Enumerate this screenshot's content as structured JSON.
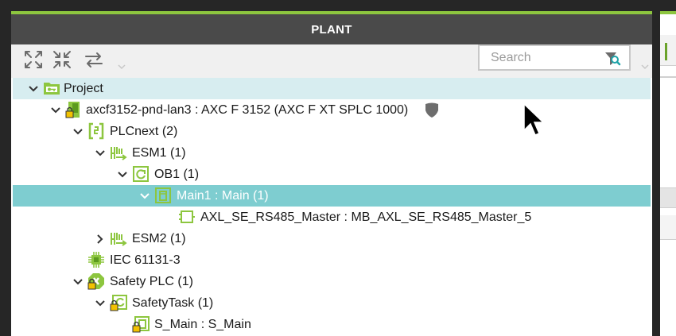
{
  "panel": {
    "title": "PLANT",
    "accent_color": "#8dc63f",
    "header_color": "#4a4a4a"
  },
  "toolbar": {
    "buttons": [
      {
        "name": "expand-all",
        "icon": "expand-arrows-icon"
      },
      {
        "name": "collapse-all",
        "icon": "collapse-arrows-icon"
      },
      {
        "name": "swap",
        "icon": "swap-arrows-icon"
      }
    ],
    "search_placeholder": "Search",
    "search_value": ""
  },
  "tree": {
    "highlight_light": "#d7edf0",
    "highlight_selected": "#7ecdd0",
    "rows": [
      {
        "label": "Project",
        "icon": "project-folder-icon",
        "state": "expanded",
        "highlight": "light"
      },
      {
        "label": "axcf3152-pnd-lan3 : AXC F 3152 (AXC F XT SPLC 1000)",
        "icon": "controller-lock-icon",
        "state": "expanded",
        "badge": "shield-icon"
      },
      {
        "label": "PLCnext (2)",
        "icon": "plcnext-icon",
        "state": "expanded"
      },
      {
        "label": "ESM1 (1)",
        "icon": "esm-icon",
        "state": "expanded"
      },
      {
        "label": "OB1 (1)",
        "icon": "cycle-task-icon",
        "state": "expanded"
      },
      {
        "label": "Main1 : Main (1)",
        "icon": "program-instance-icon",
        "state": "expanded",
        "highlight": "selected"
      },
      {
        "label": "AXL_SE_RS485_Master : MB_AXL_SE_RS485_Master_5",
        "icon": "function-block-icon",
        "state": "leaf"
      },
      {
        "label": "ESM2 (1)",
        "icon": "esm-icon",
        "state": "collapsed"
      },
      {
        "label": "IEC 61131-3",
        "icon": "chip-icon",
        "state": "leaf"
      },
      {
        "label": "Safety PLC (1)",
        "icon": "safety-plc-lock-icon",
        "state": "expanded"
      },
      {
        "label": "SafetyTask (1)",
        "icon": "safety-task-lock-icon",
        "state": "expanded"
      },
      {
        "label": "S_Main : S_Main",
        "icon": "safety-program-lock-icon",
        "state": "leaf"
      }
    ]
  }
}
